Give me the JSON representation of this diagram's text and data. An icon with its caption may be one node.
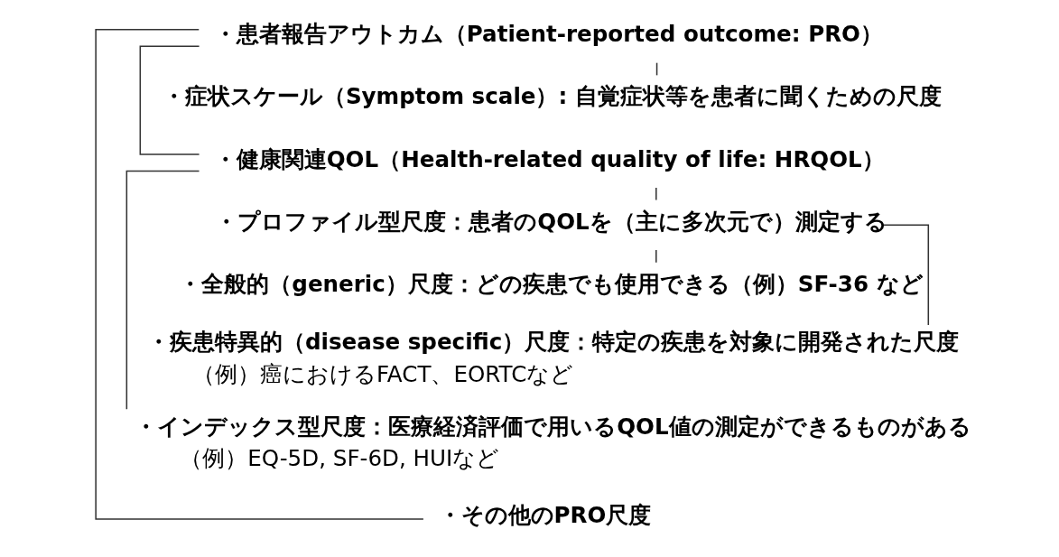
{
  "diagram": {
    "nodes": [
      {
        "text": [
          "・患者報告アウトカム（Patient-reported outcome: PRO）"
        ]
      },
      {
        "text": [
          "・症状スケール（Symptom scale）: 自覚症状等を患者に聞くための尺度"
        ]
      },
      {
        "text": [
          "・健康関連QOL（Health-related quality of life: HRQOL）"
        ]
      },
      {
        "text": [
          "・プロファイル型尺度：患者のQOLを（主に多次元で）測定する"
        ]
      },
      {
        "text": [
          "・全般的（generic）尺度：どの疾患でも使用できる（例）SF-36 など"
        ]
      },
      {
        "text": [
          "・疾患特異的（disease specific）尺度：特定の疾患を対象に開発された尺度"
        ],
        "beside": [
          "（例）癌におけるFACT、EORTCなど"
        ]
      },
      {
        "text": [
          "・インデックス型尺度：医療経済評価で用いるQOL値の測定ができるものがある"
        ],
        "beside": [
          "（例）EQ-5D, SF-6D, HUIなど"
        ]
      },
      {
        "text": [
          "・その他のPRO尺度"
        ]
      }
    ],
    "edges": [
      {
        "from": 0,
        "to": 1,
        "arrow": "none"
      },
      {
        "from": 0,
        "to": 2,
        "arrow": "none"
      },
      {
        "from": 0,
        "to": 7,
        "arrow": "none"
      },
      {
        "from": 2,
        "to": 3,
        "arrow": "none"
      },
      {
        "from": 2,
        "to": 6,
        "arrow": "none"
      },
      {
        "from": 3,
        "to": 4,
        "arrow": "none"
      },
      {
        "from": 3,
        "to": 5,
        "arrow": "none"
      }
    ]
  }
}
